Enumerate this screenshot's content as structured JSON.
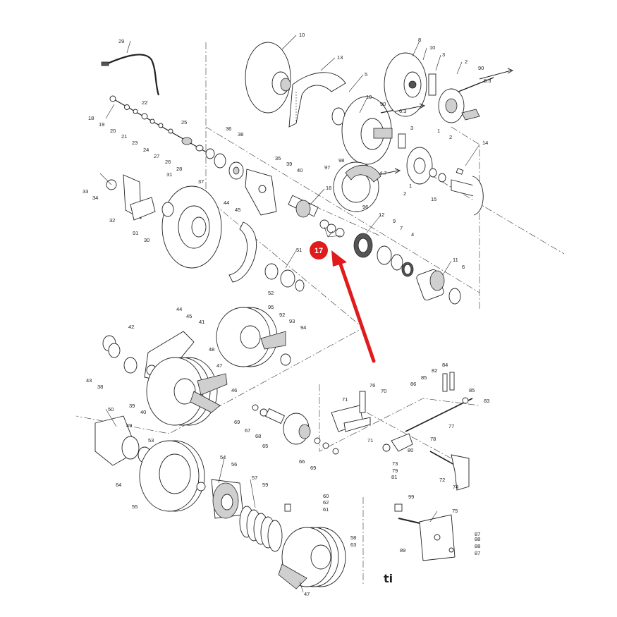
{
  "callout": {
    "number": "17",
    "color": "#e01b1b"
  },
  "arrow_color": "#e01b1b",
  "logo": {
    "text": "ti"
  },
  "labels": [
    "29",
    "10",
    "13",
    "5",
    "8",
    "10",
    "3",
    "2",
    "90",
    "18",
    "19",
    "20",
    "21",
    "22",
    "23",
    "24",
    "25",
    "26",
    "27",
    "28",
    "36",
    "38",
    "10",
    "90",
    "6.3",
    "3",
    "1",
    "2",
    "6.3",
    "14",
    "35",
    "39",
    "40",
    "37",
    "98",
    "97",
    "4.7",
    "2",
    "1",
    "15",
    "31",
    "33",
    "34",
    "32",
    "44",
    "45",
    "16",
    "96",
    "91",
    "30",
    "12",
    "9",
    "7",
    "4",
    "17",
    "11",
    "6",
    "51",
    "52",
    "95",
    "92",
    "93",
    "94",
    "44",
    "45",
    "41",
    "42",
    "48",
    "47",
    "46",
    "43",
    "38",
    "39",
    "40",
    "50",
    "49",
    "76",
    "70",
    "71",
    "71",
    "86",
    "85",
    "82",
    "84",
    "85",
    "83",
    "77",
    "78",
    "80",
    "73",
    "79",
    "81",
    "72",
    "74",
    "69",
    "67",
    "68",
    "65",
    "66",
    "69",
    "53",
    "54",
    "56",
    "64",
    "55",
    "57",
    "59",
    "60",
    "62",
    "61",
    "58",
    "63",
    "47",
    "99",
    "75",
    "87",
    "88",
    "88",
    "87",
    "89"
  ]
}
